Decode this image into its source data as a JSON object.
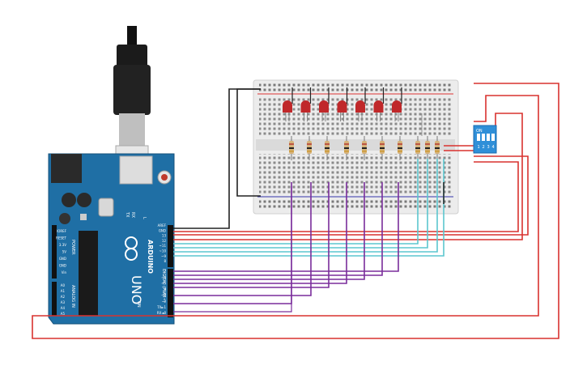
{
  "board": {
    "logo_text": "ARDUINO",
    "model": "UNO",
    "power_header": "POWER",
    "analog_header": "ANALOG IN",
    "digital_header": "DIGITAL (PWM~)",
    "tx_label": "TX",
    "rx_label": "RX",
    "l_label": "L",
    "on_label": "ON",
    "power_pins": [
      "IOREF",
      "RESET",
      "3.3V",
      "5V",
      "GND",
      "GND",
      "Vin"
    ],
    "analog_pins": [
      "A0",
      "A1",
      "A2",
      "A3",
      "A4",
      "A5"
    ],
    "top_pins": [
      "AREF",
      "GND",
      "13",
      "12",
      "~11",
      "~10",
      "~9",
      "8"
    ],
    "bottom_pins": [
      "7",
      "~6",
      "~5",
      "4",
      "~3",
      "2",
      "TX►1",
      "RX◄0"
    ]
  },
  "dip_switch": {
    "on_label": "ON",
    "numbers": [
      "1",
      "2",
      "3",
      "4"
    ]
  },
  "colors": {
    "board": "#1f6fa5",
    "breadboard": "#e9e9e9",
    "wire_red": "#d9322f",
    "wire_black": "#222222",
    "wire_purple": "#7a2d9b",
    "wire_cyan": "#5cc6cf",
    "led": "#c0282a",
    "dip_body": "#2f8fd8"
  }
}
